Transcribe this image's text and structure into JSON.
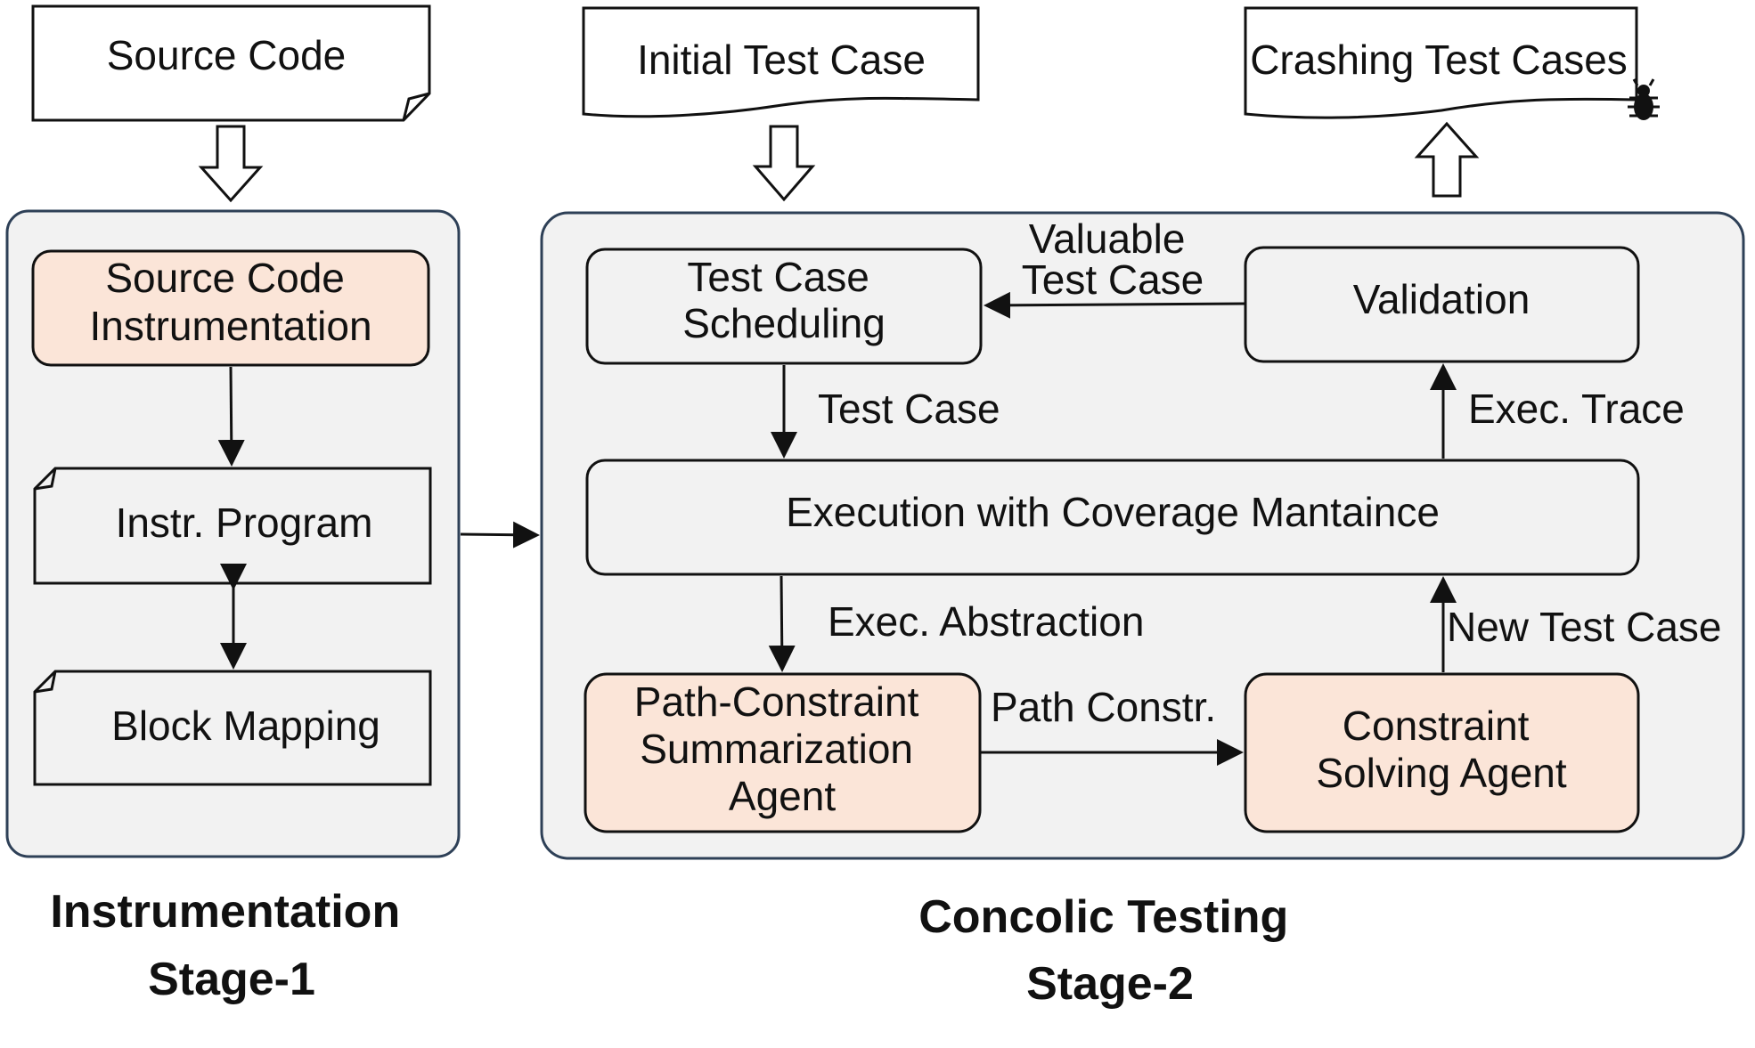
{
  "colors": {
    "stage_panel_fill": "#f2f2f2",
    "stage_panel_stroke": "#2e4057",
    "agent_fill": "#fbe5d8",
    "process_fill": "#f2f2f2",
    "stroke": "#111111"
  },
  "inputs": {
    "source_code": "Source Code",
    "initial_test_case": "Initial Test Case",
    "crashing_test_cases": "Crashing Test Cases",
    "bug_icon": "bug-icon"
  },
  "stage1": {
    "nodes": {
      "instrumentation": [
        "Source Code",
        "Instrumentation"
      ],
      "instr_program": "Instr. Program",
      "block_mapping": "Block Mapping"
    },
    "caption": [
      "Instrumentation",
      "Stage-1"
    ]
  },
  "stage2": {
    "nodes": {
      "scheduling": [
        "Test Case",
        "Scheduling"
      ],
      "validation": "Validation",
      "execution": "Execution with Coverage Mantaince",
      "summarization_agent": [
        "Path-Constraint",
        "Summarization",
        "Agent"
      ],
      "solving_agent": [
        "Constraint",
        "Solving Agent"
      ]
    },
    "edges": {
      "valuable_test_case": [
        "Valuable",
        "Test Case"
      ],
      "test_case": "Test Case",
      "exec_trace": "Exec. Trace",
      "exec_abstraction": "Exec. Abstraction",
      "path_constr": "Path Constr.",
      "new_test_case": "New Test Case"
    },
    "caption": [
      "Concolic Testing",
      "Stage-2"
    ]
  }
}
